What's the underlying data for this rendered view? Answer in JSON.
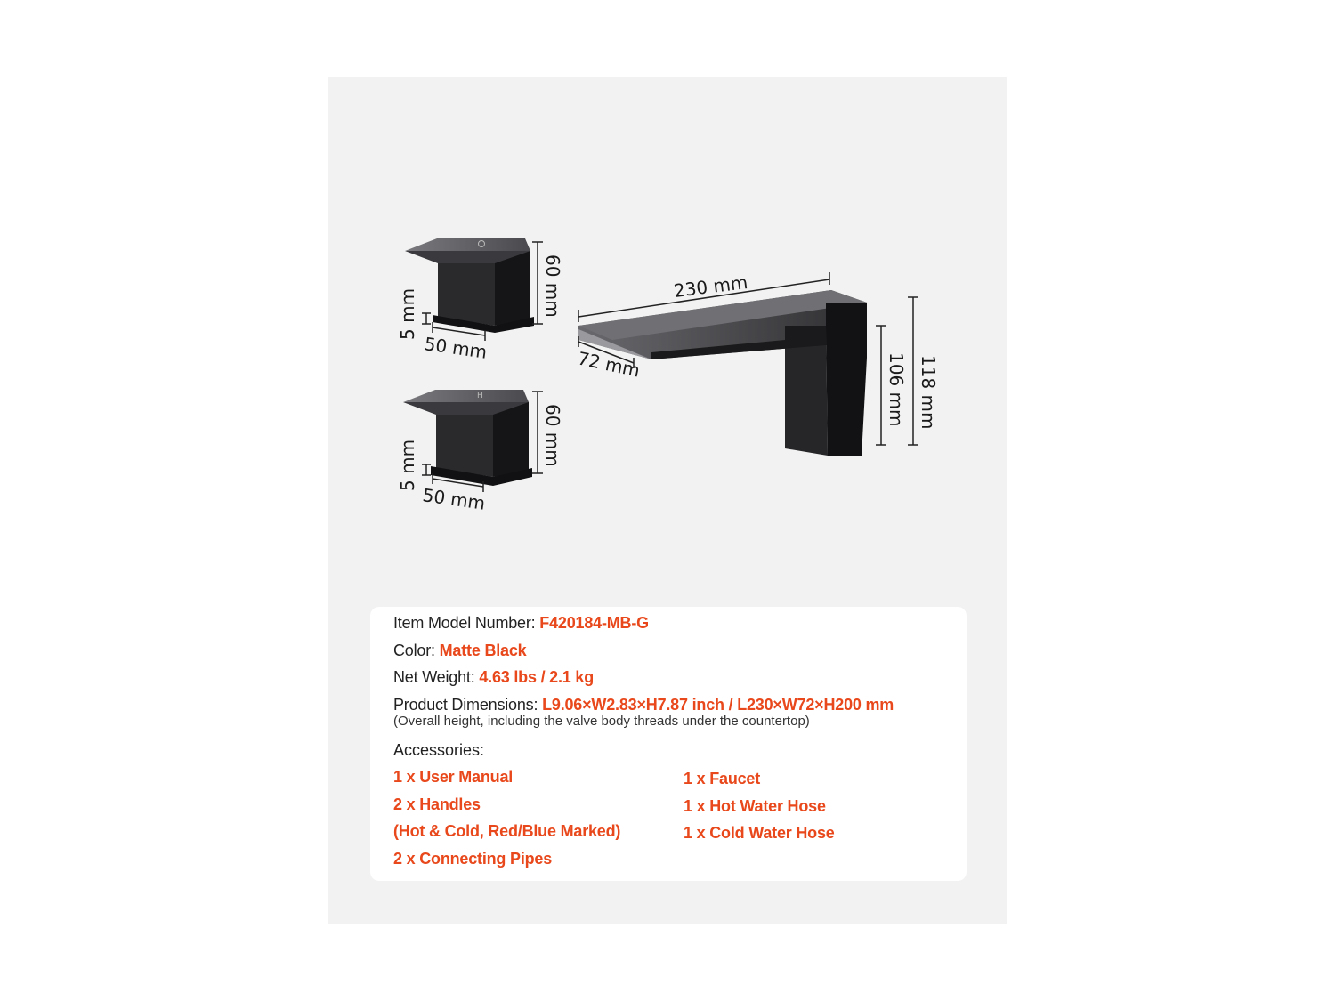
{
  "dimensions": {
    "handle_height": "60 mm",
    "handle_base": "5 mm",
    "handle_width": "50 mm",
    "spout_length": "230 mm",
    "spout_width": "72 mm",
    "spout_height": "106 mm",
    "total_height": "118 mm"
  },
  "specs": {
    "model_label": "Item Model Number:",
    "model_value": "F420184-MB-G",
    "color_label": "Color:",
    "color_value": "Matte Black",
    "weight_label": "Net Weight:",
    "weight_value": "4.63 lbs / 2.1 kg",
    "dims_label": "Product Dimensions:",
    "dims_value": "L9.06×W2.83×H7.87 inch / L230×W72×H200 mm",
    "dims_note": "(Overall height, including the valve body threads under the countertop)"
  },
  "accessories": {
    "title": "Accessories:",
    "left": [
      "1 x User Manual",
      "2 x Handles",
      "(Hot & Cold, Red/Blue Marked)",
      "2 x Connecting Pipes"
    ],
    "right": [
      "1 x Faucet",
      "1 x Hot Water Hose",
      "1 x Cold Water Hose"
    ]
  },
  "colors": {
    "accent": "#e8481b",
    "product": "#1c1c1e",
    "background": "#f2f2f2"
  }
}
